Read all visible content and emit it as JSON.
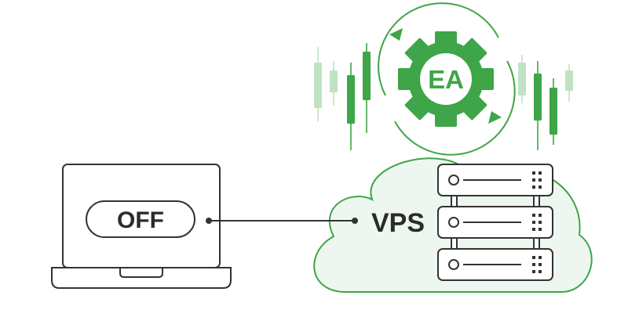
{
  "laptop": {
    "status_label": "OFF",
    "icon": "laptop-icon"
  },
  "cloud": {
    "label": "VPS",
    "icon": "cloud-icon",
    "servers": [
      {
        "icon": "server-icon"
      },
      {
        "icon": "server-icon"
      },
      {
        "icon": "server-icon"
      }
    ]
  },
  "ea": {
    "label": "EA",
    "icon": "gear-icon",
    "sync_icon": "refresh-arrows-icon"
  },
  "candles": {
    "icon": "candlestick-icon"
  },
  "colors": {
    "green": "#3ea548",
    "light_green": "#bfe3c2",
    "cloud_fill": "#eef7ef",
    "dark": "#2b2b2b",
    "outline": "#333333"
  }
}
